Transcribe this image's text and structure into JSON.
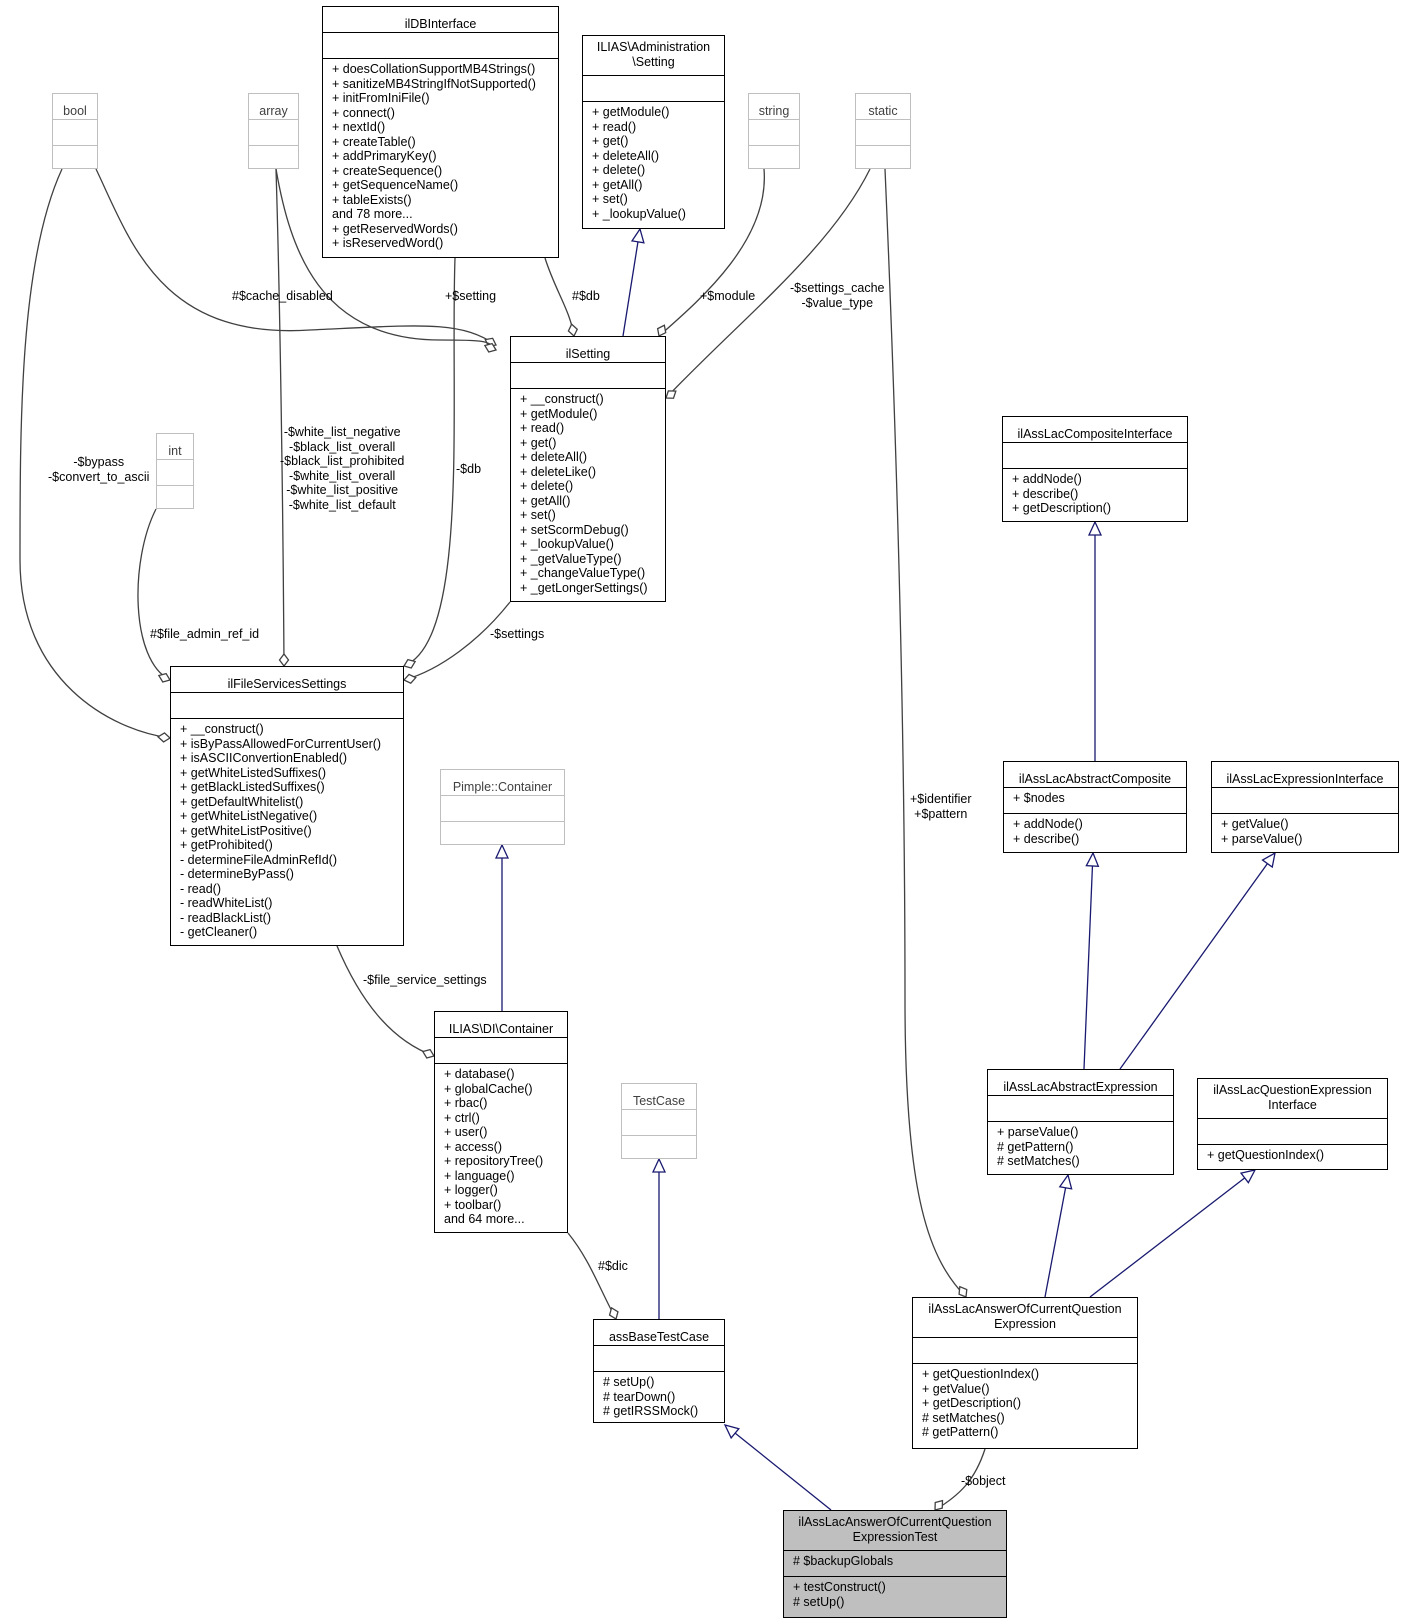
{
  "colors": {
    "edge_usage": "#404040",
    "edge_inherit": "#191970",
    "box_border": "#000000",
    "ghost_border": "#bfbfbf",
    "focus_fill": "#bfbfbf"
  },
  "classes": {
    "bool": {
      "title": "bool",
      "attributes": [],
      "methods": []
    },
    "array": {
      "title": "array",
      "attributes": [],
      "methods": []
    },
    "ilDBInterface": {
      "title": "ilDBInterface",
      "attributes": [],
      "methods": [
        "+ doesCollationSupportMB4Strings()",
        "+ sanitizeMB4StringIfNotSupported()",
        "+ initFromIniFile()",
        "+ connect()",
        "+ nextId()",
        "+ createTable()",
        "+ addPrimaryKey()",
        "+ createSequence()",
        "+ getSequenceName()",
        "+ tableExists()",
        "and 78 more...",
        "+ getReservedWords()",
        "+ isReservedWord()"
      ]
    },
    "adminSetting": {
      "title": "ILIAS\\Administration\n\\Setting",
      "attributes": [],
      "methods": [
        "+ getModule()",
        "+ read()",
        "+ get()",
        "+ deleteAll()",
        "+ delete()",
        "+ getAll()",
        "+ set()",
        "+ _lookupValue()"
      ]
    },
    "string": {
      "title": "string",
      "attributes": [],
      "methods": []
    },
    "static": {
      "title": "static",
      "attributes": [],
      "methods": []
    },
    "int": {
      "title": "int",
      "attributes": [],
      "methods": []
    },
    "ilSetting": {
      "title": "ilSetting",
      "attributes": [],
      "methods": [
        "+ __construct()",
        "+ getModule()",
        "+ read()",
        "+ get()",
        "+ deleteAll()",
        "+ deleteLike()",
        "+ delete()",
        "+ getAll()",
        "+ set()",
        "+ setScormDebug()",
        "+ _lookupValue()",
        "+ _getValueType()",
        "+ _changeValueType()",
        "+ _getLongerSettings()"
      ]
    },
    "ilFileServicesSettings": {
      "title": "ilFileServicesSettings",
      "attributes": [],
      "methods": [
        "+ __construct()",
        "+ isByPassAllowedForCurrentUser()",
        "+ isASCIIConvertionEnabled()",
        "+ getWhiteListedSuffixes()",
        "+ getBlackListedSuffixes()",
        "+ getDefaultWhitelist()",
        "+ getWhiteListNegative()",
        "+ getWhiteListPositive()",
        "+ getProhibited()",
        "- determineFileAdminRefId()",
        "- determineByPass()",
        "- read()",
        "- readWhiteList()",
        "- readBlackList()",
        "- getCleaner()"
      ]
    },
    "pimple": {
      "title": "Pimple::Container",
      "attributes": [],
      "methods": []
    },
    "diContainer": {
      "title": "ILIAS\\DI\\Container",
      "attributes": [],
      "methods": [
        "+ database()",
        "+ globalCache()",
        "+ rbac()",
        "+ ctrl()",
        "+ user()",
        "+ access()",
        "+ repositoryTree()",
        "+ language()",
        "+ logger()",
        "+ toolbar()",
        "and 64 more..."
      ]
    },
    "testCase": {
      "title": "TestCase",
      "attributes": [],
      "methods": []
    },
    "assBaseTestCase": {
      "title": "assBaseTestCase",
      "attributes": [],
      "methods": [
        "# setUp()",
        "# tearDown()",
        "# getIRSSMock()"
      ]
    },
    "compositeInterface": {
      "title": "ilAssLacCompositeInterface",
      "attributes": [],
      "methods": [
        "+ addNode()",
        "+ describe()",
        "+ getDescription()"
      ]
    },
    "abstractComposite": {
      "title": "ilAssLacAbstractComposite",
      "attributes": [
        "+ $nodes"
      ],
      "methods": [
        "+ addNode()",
        "+ describe()"
      ]
    },
    "expressionInterface": {
      "title": "ilAssLacExpressionInterface",
      "attributes": [],
      "methods": [
        "+ getValue()",
        "+ parseValue()"
      ]
    },
    "abstractExpression": {
      "title": "ilAssLacAbstractExpression",
      "attributes": [],
      "methods": [
        "+ parseValue()",
        "# getPattern()",
        "# setMatches()"
      ]
    },
    "questionExpressionInterface": {
      "title": "ilAssLacQuestionExpression\nInterface",
      "attributes": [],
      "methods": [
        "+ getQuestionIndex()"
      ]
    },
    "answerExpression": {
      "title": "ilAssLacAnswerOfCurrentQuestion\nExpression",
      "attributes": [],
      "methods": [
        "+ getQuestionIndex()",
        "+ getValue()",
        "+ getDescription()",
        "# setMatches()",
        "# getPattern()"
      ]
    },
    "answerExpressionTest": {
      "title": "ilAssLacAnswerOfCurrentQuestion\nExpressionTest",
      "attributes": [
        "# $backupGlobals"
      ],
      "methods": [
        "+ testConstruct()",
        "# setUp()"
      ]
    }
  },
  "edge_labels": {
    "cache_disabled": "#$cache_disabled",
    "setting": "+$setting",
    "db_setting": "#$db",
    "module": "+$module",
    "settings_cache": "-$settings_cache\n-$value_type",
    "bypass": "-$bypass\n-$convert_to_ascii",
    "white_lists": "-$white_list_negative\n-$black_list_overall\n-$black_list_prohibited\n-$white_list_overall\n-$white_list_positive\n-$white_list_default",
    "db_file": "-$db",
    "file_admin_ref_id": "#$file_admin_ref_id",
    "settings": "-$settings",
    "file_service_settings": "-$file_service_settings",
    "dic": "#$dic",
    "identifier": "+$identifier\n+$pattern",
    "object": "-$object"
  }
}
